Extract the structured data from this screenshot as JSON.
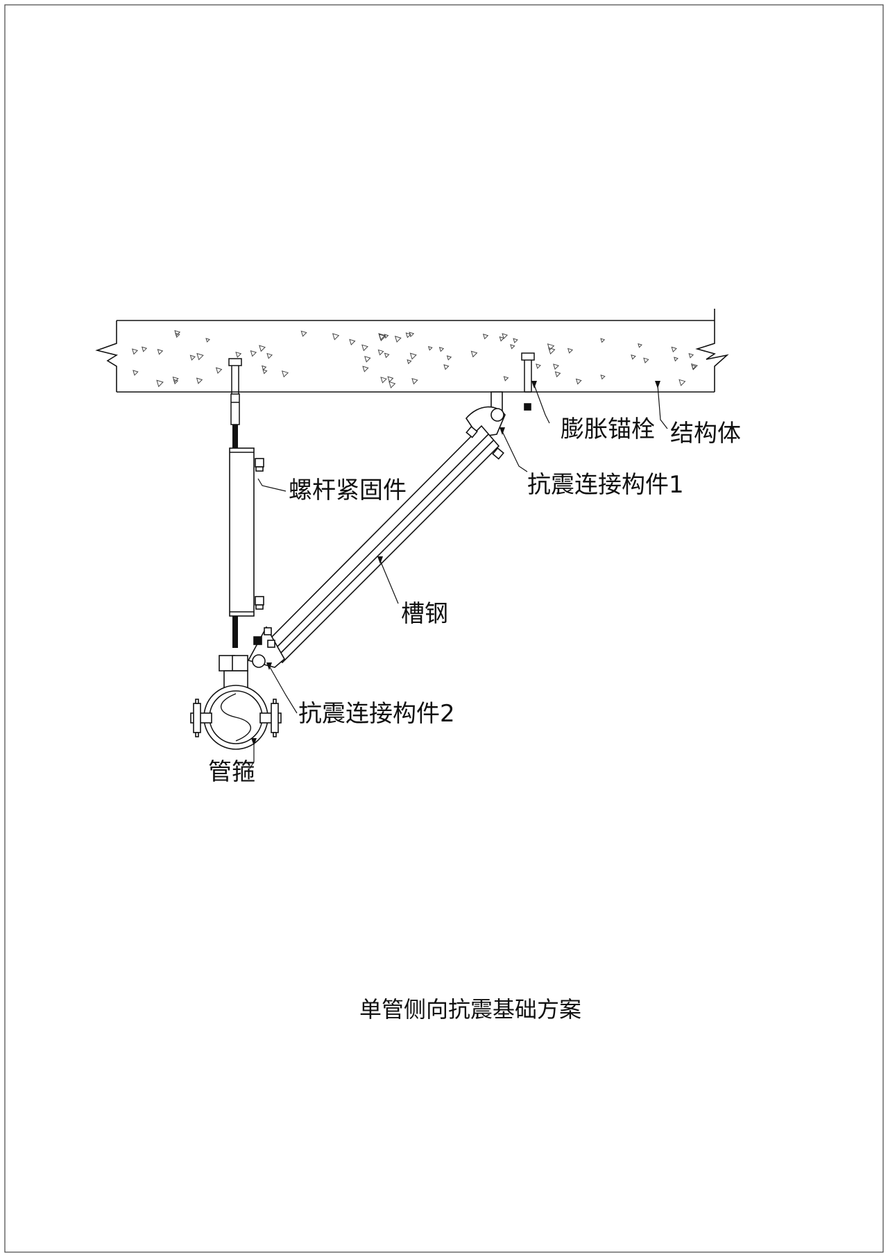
{
  "drawing": {
    "caption": "单管侧向抗震基础方案",
    "labels": {
      "anchor_bolt": "膨胀锚栓",
      "structure": "结构体",
      "seismic_connector_1": "抗震连接构件1",
      "rod_fastener": "螺杆紧固件",
      "channel_steel": "槽钢",
      "seismic_connector_2": "抗震连接构件2",
      "pipe_clamp": "管箍"
    }
  },
  "colors": {
    "line": "#111111",
    "fill": "#ffffff"
  }
}
